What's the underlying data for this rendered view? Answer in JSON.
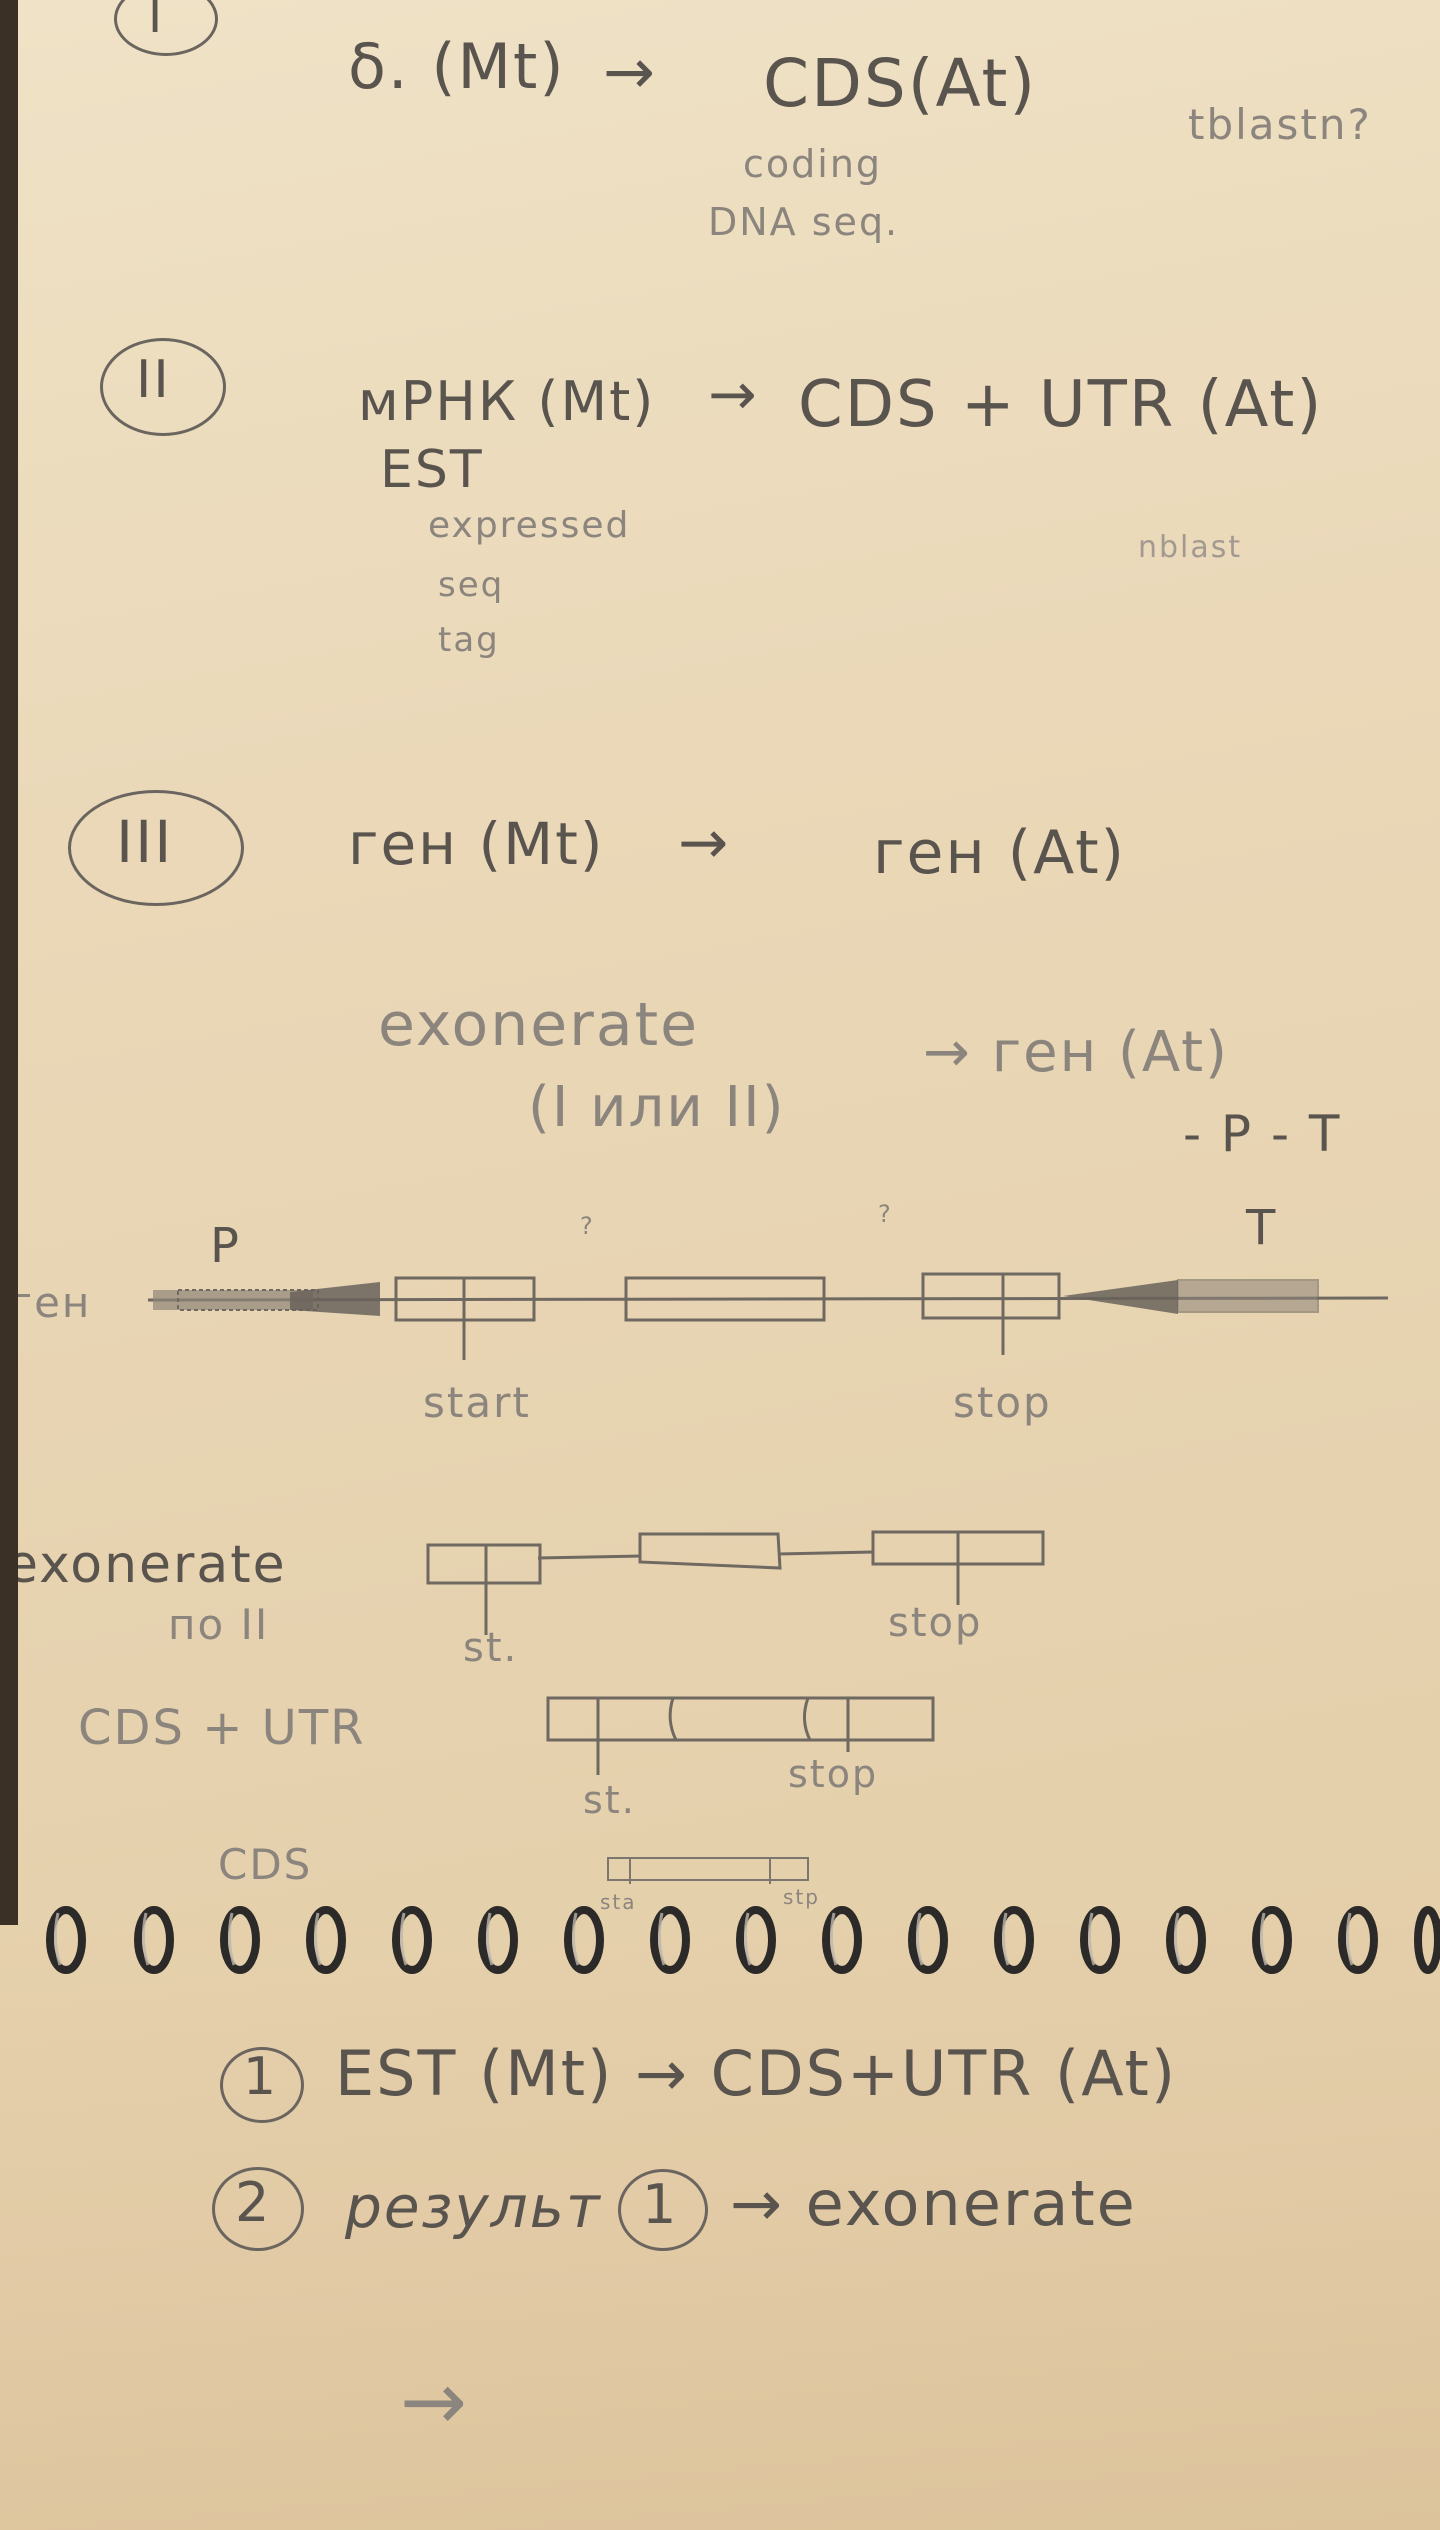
{
  "section1": {
    "numeral": "I",
    "left": "δ. (Mt)",
    "arrow": "→",
    "right": "CDS(At)",
    "note": "tblastn?",
    "gloss_line1": "coding",
    "gloss_line2": "DNA seq."
  },
  "section2": {
    "numeral": "II",
    "left": "мРНК (Mt)",
    "arrow": "→",
    "right": "CDS + UTR (At)",
    "sub": "EST",
    "gloss_line1": "expressed",
    "gloss_line2": "seq",
    "gloss_line3": "tag",
    "note": "nblast"
  },
  "section3": {
    "numeral": "III",
    "left": "ген (Mt)",
    "arrow": "→",
    "right": "ген (At)",
    "tool": "exonerate",
    "tool_args": "(I или II)",
    "result": "→ ген (At)",
    "result_note": "- P - T"
  },
  "diagram_gene": {
    "row_label": "ген",
    "p_label": "P",
    "t_label": "T",
    "start_label": "start",
    "stop_label": "stop",
    "q1": "?",
    "q2": "?"
  },
  "diagram_exonerate": {
    "label_line1": "exonerate",
    "label_line2": "по II",
    "start_label": "st.",
    "stop_label": "stop"
  },
  "diagram_cds_utr": {
    "label": "CDS + UTR",
    "start_label": "st.",
    "stop_label": "stop"
  },
  "diagram_cds": {
    "label": "CDS",
    "start_label": "sta",
    "stop_label": "stp"
  },
  "steps": [
    {
      "num": "1",
      "text": "EST (Mt) → CDS+UTR (At)"
    },
    {
      "num": "2",
      "prefix": "результ",
      "ref": "1",
      "text": "→ exonerate"
    }
  ],
  "final_arrow": "→"
}
